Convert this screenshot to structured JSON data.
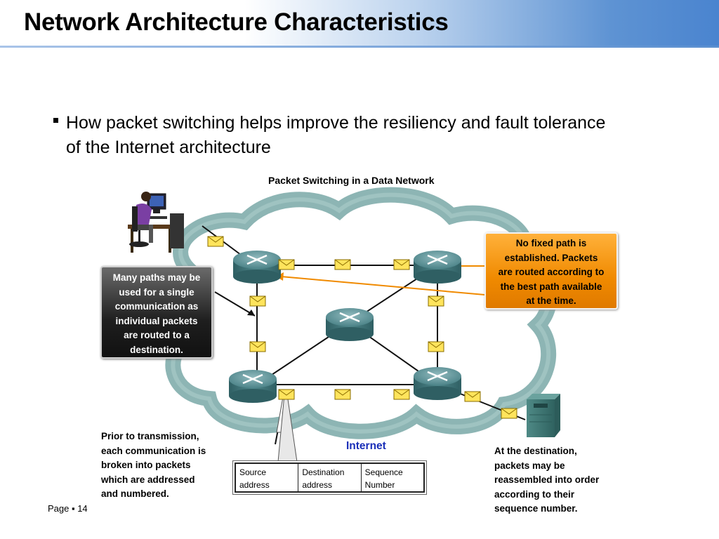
{
  "slide": {
    "title": "Network Architecture Characteristics",
    "bullet": "How packet switching helps improve the resiliency and fault tolerance of the Internet architecture",
    "footer": "Page ▪ 14"
  },
  "diagram": {
    "title": "Packet Switching in a Data Network",
    "callout_left": [
      "Many paths may be",
      "used for a single",
      "communication as",
      "individual packets",
      "are routed to a",
      "destination."
    ],
    "callout_right": [
      "No fixed path is",
      "established. Packets",
      "are routed according to",
      "the best path available",
      "at the time."
    ],
    "note_left": [
      "Prior to transmission,",
      "each communication is",
      "broken into packets",
      "which are addressed",
      "and numbered."
    ],
    "note_right": [
      "At the destination,",
      "packets may be",
      "reassembled into order",
      "according to their",
      "sequence number."
    ],
    "cloud_label": "Internet",
    "packet_fields": [
      {
        "line1": "Source",
        "line2": "address"
      },
      {
        "line1": "Destination",
        "line2": "address"
      },
      {
        "line1": "Sequence",
        "line2": "Number"
      }
    ],
    "colors": {
      "cloud": "#7aa9a7",
      "router": "#3e7a80",
      "callout_orange": "#f08a00",
      "callout_dark": "#1e1e1e",
      "arrow_orange": "#f08a00",
      "internet_blue": "#1a2fb8"
    },
    "icons": [
      "user-at-computer-icon",
      "router-icon",
      "envelope-icon",
      "server-icon"
    ]
  }
}
